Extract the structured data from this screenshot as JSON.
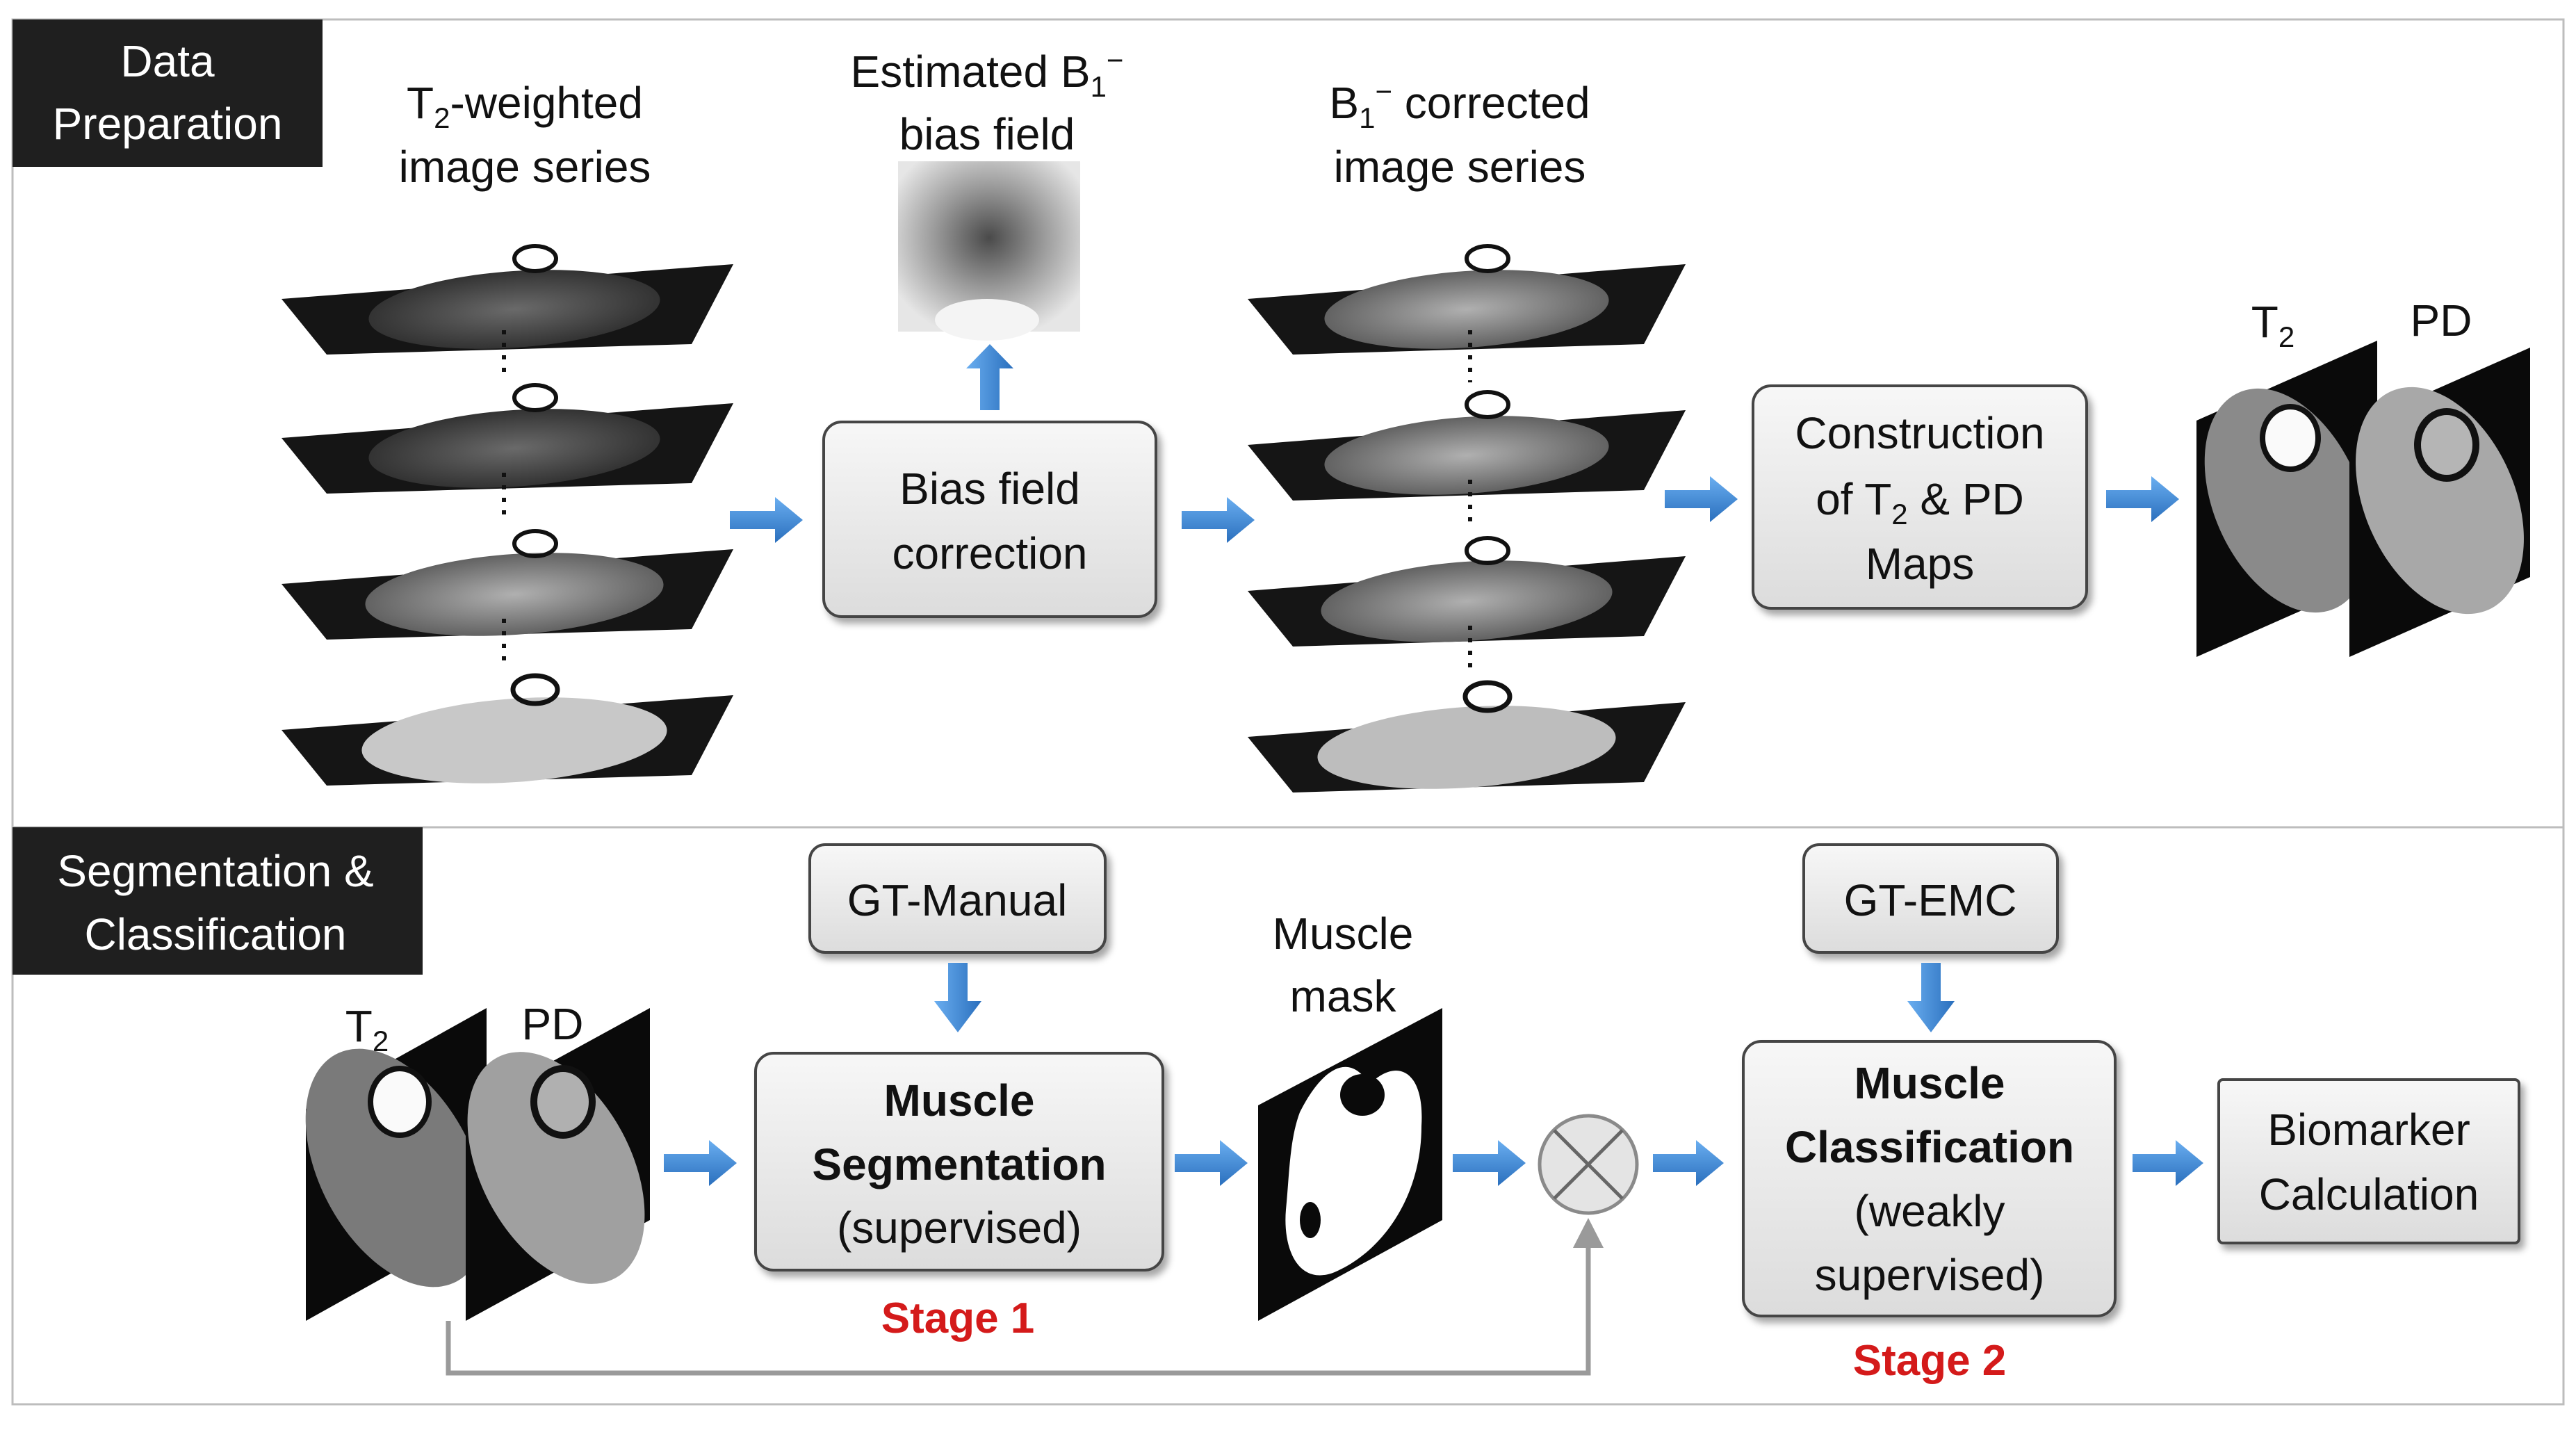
{
  "sections": {
    "prep_title_line1": "Data",
    "prep_title_line2": "Preparation",
    "seg_title_line1": "Segmentation &",
    "seg_title_line2": "Classification"
  },
  "prep": {
    "t2_series_line1_sym": "T",
    "t2_series_line1_sub": "2",
    "t2_series_line1_rest": "-weighted",
    "t2_series_line2": "image series",
    "bias_est_line1": "Estimated B",
    "bias_est_sub": "1",
    "bias_est_sup": "−",
    "bias_est_line2": "bias field",
    "corrected_line1_sym": "B",
    "corrected_line1_sub": "1",
    "corrected_line1_sup": "−",
    "corrected_line1_rest": " corrected",
    "corrected_line2": "image series",
    "bias_box_line1": "Bias field",
    "bias_box_line2": "correction",
    "maps_box_line1": "Construction",
    "maps_box_line2a": "of T",
    "maps_box_line2sub": "2",
    "maps_box_line2b": " & PD",
    "maps_box_line3": "Maps",
    "t2_map_label": "T",
    "t2_map_sub": "2",
    "pd_map_label": "PD"
  },
  "seg": {
    "t2_label": "T",
    "t2_sub": "2",
    "pd_label": "PD",
    "gt_manual": "GT-Manual",
    "gt_emc": "GT-EMC",
    "seg_box_line1": "Muscle",
    "seg_box_line2": "Segmentation",
    "seg_box_line3": "(supervised)",
    "mask_line1": "Muscle",
    "mask_line2": "mask",
    "class_box_line1": "Muscle",
    "class_box_line2": "Classification",
    "class_box_line3": "(weakly",
    "class_box_line4": "supervised)",
    "biomarker_line1": "Biomarker",
    "biomarker_line2": "Calculation",
    "stage1": "Stage 1",
    "stage2": "Stage 2"
  },
  "colors": {
    "section_bg": "#1f1f1f",
    "box_fill": "#ebebeb",
    "arrow_blue": "#3a86d4",
    "stage_red": "#d41a1a",
    "feedback_gray": "#9a9a9a"
  }
}
